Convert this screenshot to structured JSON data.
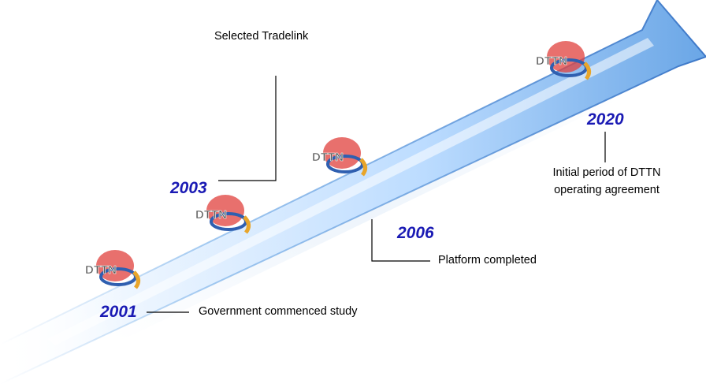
{
  "milestones": [
    {
      "year": "2001",
      "label": "Government commenced study"
    },
    {
      "year": "2003",
      "label": "Selected Tradelink"
    },
    {
      "year": "2006",
      "label": "Platform completed"
    },
    {
      "year": "2020",
      "label_line1": "Initial period of DTTN",
      "label_line2": "operating agreement"
    }
  ],
  "logo_text": "DTTN",
  "colors": {
    "year_text": "#1a1ab4",
    "arrow_light": "#d8ecff",
    "arrow_dark": "#6aa6e6",
    "logo_red": "#e0403c",
    "logo_blue": "#2f5fb0",
    "logo_gold": "#e8a52a"
  }
}
